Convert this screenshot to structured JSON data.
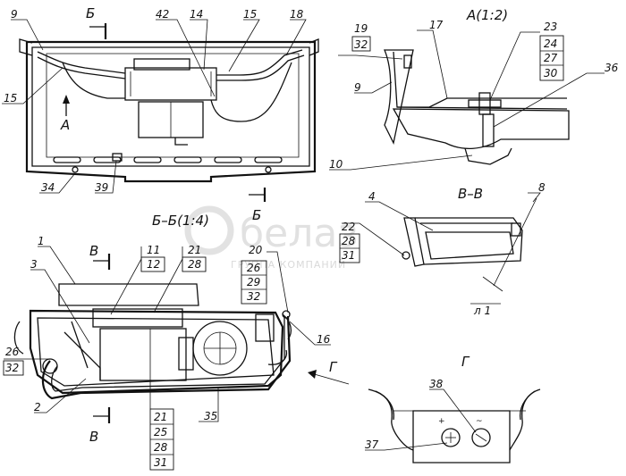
{
  "views": {
    "view_a": "А(1:2)",
    "section_bb": "Б–Б(1:4)",
    "section_vv": "В–В",
    "view_g": "Г"
  },
  "cut_marks": {
    "b_top": "Б",
    "b_bottom": "Б",
    "v_top": "В",
    "v_bottom": "В",
    "a_arrow": "А",
    "g_arrow": "Г"
  },
  "callouts": {
    "top_view": [
      "9",
      "42",
      "14",
      "15",
      "18",
      "15",
      "34",
      "39"
    ],
    "view_a": [
      "19",
      "17",
      "23",
      "9",
      "36",
      "10"
    ],
    "view_a_stack_left": [
      "32"
    ],
    "view_a_stack_right": [
      "24",
      "27",
      "30"
    ],
    "section_vv": [
      "4",
      "8",
      "22"
    ],
    "section_vv_stack": [
      "28",
      "31"
    ],
    "section_bb": [
      "1",
      "3",
      "11",
      "21",
      "20",
      "26",
      "16",
      "2",
      "35"
    ],
    "section_bb_stack_11": [
      "12"
    ],
    "section_bb_stack_21": [
      "28"
    ],
    "section_bb_stack_20": [
      "26",
      "29",
      "32"
    ],
    "section_bb_stack_26": [
      "32"
    ],
    "section_bb_bottom_stack": [
      "21",
      "25",
      "28",
      "31"
    ],
    "view_g": [
      "38",
      "37"
    ]
  },
  "dimension_label": "л 1",
  "watermark": {
    "brand": "белаз",
    "tagline": "ГРУППА КОМПАНИЙ"
  }
}
